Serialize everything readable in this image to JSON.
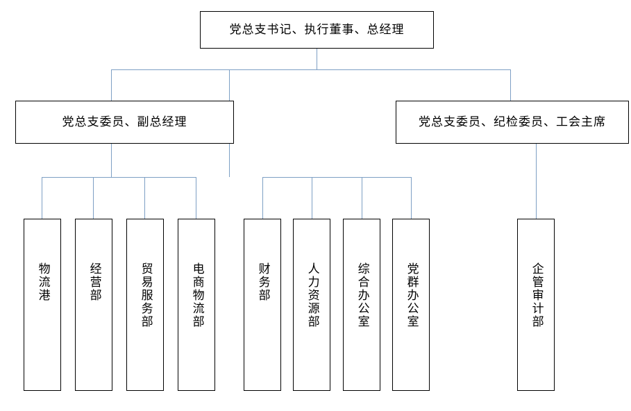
{
  "diagram": {
    "type": "org-chart",
    "title": "",
    "colors": {
      "node_border": "#000000",
      "node_fill": "#ffffff",
      "connector": "#7d9fc4",
      "text": "#000000"
    },
    "nodes": [
      {
        "id": "top",
        "label": "党总支书记、执行董事、总经理",
        "orientation": "horizontal",
        "level": 0
      },
      {
        "id": "deputy_gm",
        "label": "党总支委员、副总经理",
        "orientation": "horizontal",
        "level": 1
      },
      {
        "id": "discipline",
        "label": "党总支委员、纪检委员、工会主席",
        "orientation": "horizontal",
        "level": 1
      },
      {
        "id": "dept1",
        "label": "物流港",
        "orientation": "vertical",
        "level": 2,
        "parent": "deputy_gm"
      },
      {
        "id": "dept2",
        "label": "经营部",
        "orientation": "vertical",
        "level": 2,
        "parent": "deputy_gm"
      },
      {
        "id": "dept3",
        "label": "贸易服务部",
        "orientation": "vertical",
        "level": 2,
        "parent": "deputy_gm"
      },
      {
        "id": "dept4",
        "label": "电商物流部",
        "orientation": "vertical",
        "level": 2,
        "parent": "deputy_gm"
      },
      {
        "id": "dept5",
        "label": "财务部",
        "orientation": "vertical",
        "level": 2,
        "parent": "top"
      },
      {
        "id": "dept6",
        "label": "人力资源部",
        "orientation": "vertical",
        "level": 2,
        "parent": "top"
      },
      {
        "id": "dept7",
        "label": "综合办公室",
        "orientation": "vertical",
        "level": 2,
        "parent": "top"
      },
      {
        "id": "dept8",
        "label": "党群办公室",
        "orientation": "vertical",
        "level": 2,
        "parent": "top"
      },
      {
        "id": "dept9",
        "label": "企管审计部",
        "orientation": "vertical",
        "level": 2,
        "parent": "discipline"
      }
    ]
  }
}
